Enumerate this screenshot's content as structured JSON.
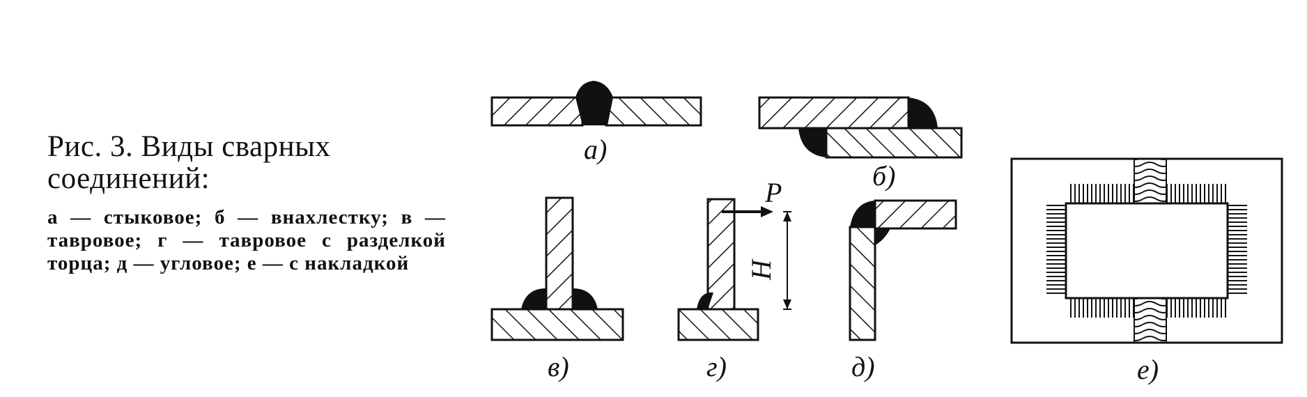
{
  "caption": {
    "title": "Рис. 3. Виды сварных соединений:",
    "legend": "а — стыковое; б — внахлестку; в — тавровое; г — тавровое с разделкой торца; д — угловое; е — с накладкой"
  },
  "figure": {
    "labels": {
      "a": "а)",
      "b": "б)",
      "v": "в)",
      "g": "г)",
      "d": "д)",
      "e": "е)"
    },
    "force_label": "P",
    "height_label": "H"
  }
}
